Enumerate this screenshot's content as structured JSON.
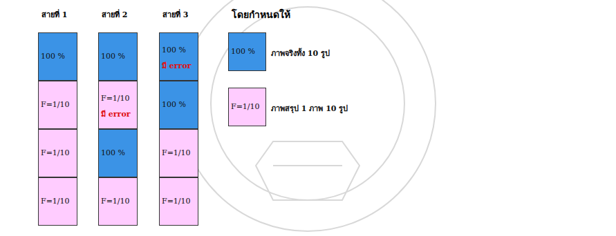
{
  "diagram": {
    "title": "โดยกำหนดให้",
    "nodes": [
      {
        "text": [
          "100 %"
        ]
      },
      {
        "text": [
          "F=1/10"
        ]
      },
      {
        "text": [
          "F=1/10"
        ]
      },
      {
        "text": [
          "F=1/10"
        ]
      },
      {
        "text": [
          "100 %"
        ]
      },
      {
        "text": [
          "F=1/10",
          "มี error"
        ]
      },
      {
        "text": [
          "100 %"
        ]
      },
      {
        "text": [
          "F=1/10"
        ]
      },
      {
        "text": [
          "100 %",
          "มี error"
        ]
      },
      {
        "text": [
          "100 %"
        ]
      },
      {
        "text": [
          "F=1/10"
        ]
      },
      {
        "text": [
          "F=1/10"
        ]
      },
      {
        "text": [
          "100 %",
          "ภาพจริงทั้ง 10 รูป"
        ]
      },
      {
        "text": [
          "F=1/10",
          "ภาพสรุป 1 ภาพ 10 รูป"
        ]
      }
    ],
    "labels": [
      "สายที่ 1",
      "สายที่ 2",
      "สายที่ 3"
    ]
  }
}
